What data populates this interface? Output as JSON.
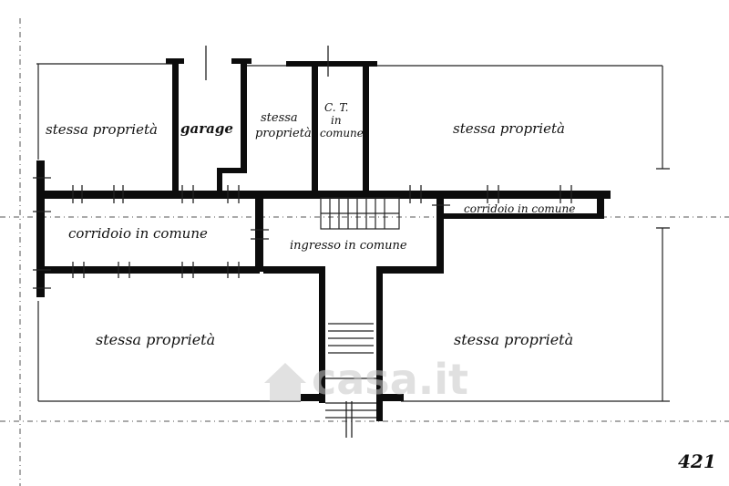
{
  "rooms": {
    "top_left": "stessa proprietà",
    "garage": "garage",
    "top_mid_line1": "stessa",
    "top_mid_line2": "proprietà",
    "ct_line1": "C. T.",
    "ct_line2": "in",
    "ct_line3": "comune",
    "top_right": "stessa proprietà",
    "corridor_left": "corridoio in comune",
    "corridor_right": "corridoio in comune",
    "entrance": "ingresso in comune",
    "bottom_left": "stessa proprietà",
    "bottom_right": "stessa proprietà"
  },
  "page_number": "421",
  "watermark": {
    "icon": "house-icon",
    "text": "casa.it",
    "color": "#c8c8c8"
  },
  "colors": {
    "ink": "#0c0c0c",
    "paper": "#ffffff"
  }
}
